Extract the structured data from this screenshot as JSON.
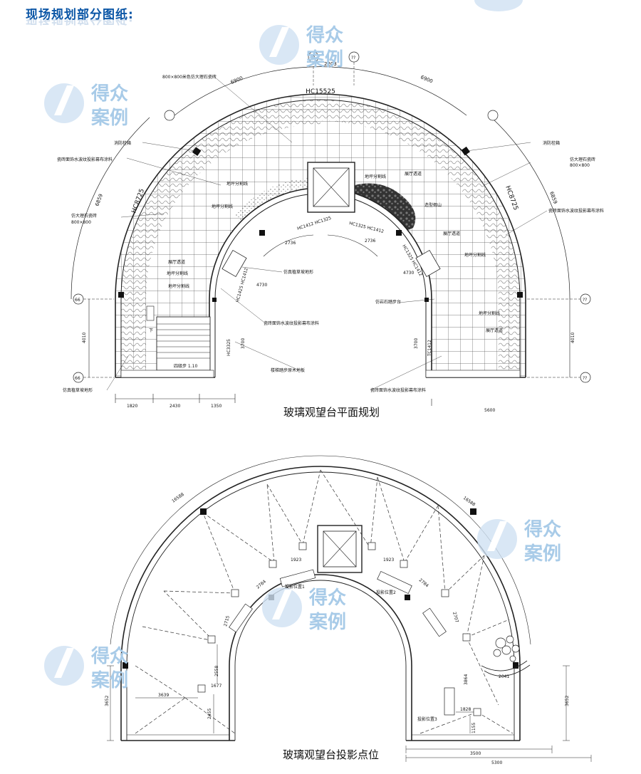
{
  "header": {
    "title": "现场规划部分图纸:"
  },
  "watermark": {
    "line1": "得众",
    "line2": "案例"
  },
  "plan1": {
    "caption": "玻璃观望台平面规划",
    "hc_top": "HC15525",
    "hc_left": "HC8725",
    "hc_right": "HC8725",
    "hc_inner_left": "HC1325",
    "hc_inner_right": "HC1325",
    "hc_inner_mid_left": "HC1412 HC1325",
    "hc_inner_mid_right": "HC1325 HC1412",
    "hc_inner_l2": "HC1425 HC1412",
    "hc_inner_r2": "HC1325 HC1412",
    "hc_side_left": "HC3325",
    "tc_side_right": "TC1412",
    "dim_top_arc": "2203",
    "dim_arc_left": "6900",
    "dim_arc_right": "6900",
    "dim_arc_side_left": "6859",
    "dim_arc_side_right": "6859",
    "dim_inner_a": "2736",
    "dim_inner_b": "2736",
    "dim_inner_c": "4730",
    "dim_inner_d": "4730",
    "dim_side_l": "4010",
    "dim_side_r": "4010",
    "dim_h_left": "3700",
    "dim_h_right": "3700",
    "bottom_dims": [
      "1820",
      "2430",
      "1350"
    ],
    "bottom_right_dim": "5600",
    "labels": {
      "marble_tile": "800×800米色仿大理石瓷砖",
      "fire_box_l": "消防栓箱",
      "fire_box_r": "消防栓箱",
      "tile_water_l": "瓷砖面饰水波纹投影幕布涂料",
      "tile_water_l2": "瓷砖面饰水波纹投影幕布涂料",
      "tile_water_r": "瓷砖面饰水波纹投影幕布涂料",
      "tile_water_b": "瓷砖面饰水波纹投影幕布涂料",
      "floor_line_1": "地坪分割线",
      "floor_line_2": "地坪分割线",
      "floor_line_3": "地坪分割线",
      "floor_line_4": "地坪分割线",
      "floor_line_5": "地坪分割线",
      "floor_line_6": "地坪分割线",
      "floor_line_7": "地坪分割线",
      "marble_l": "仿大理石瓷砖",
      "marble_l_size": "800×800",
      "marble_r": "仿大理石瓷砖",
      "marble_r_size": "800×800",
      "glass_1": "展厅透道",
      "glass_2": "展厅透道",
      "glass_3": "展厅透道",
      "glass_4": "展厅透道",
      "glass_5": "展厅透道",
      "rockery": "造型假山",
      "real_glass": "仿真植草坡地形",
      "real_glass_b": "仿真植草坡地形",
      "stone_step": "仿岩石踏步台",
      "wood_floor": "楼梯踏步原木地板",
      "stair_step": "四级步 1.10",
      "stair_down": "下",
      "mark_q": "??",
      "mark_66": "66"
    }
  },
  "plan2": {
    "caption": "玻璃观望台投影点位",
    "dim_arc_l": "16588",
    "dim_arc_r": "16588",
    "dims": [
      "1923",
      "1923",
      "2784",
      "2784",
      "2715",
      "2707",
      "2558",
      "1677",
      "3639",
      "2455",
      "2041",
      "1828",
      "1155",
      "3652",
      "3652",
      "3500",
      "5300",
      "3864"
    ],
    "proj_labels": [
      "投影位置1",
      "投影位置2",
      "投影位置3"
    ]
  },
  "colors": {
    "header": "#0b56a6",
    "watermark": "#a8cbe8",
    "line": "#222222"
  }
}
